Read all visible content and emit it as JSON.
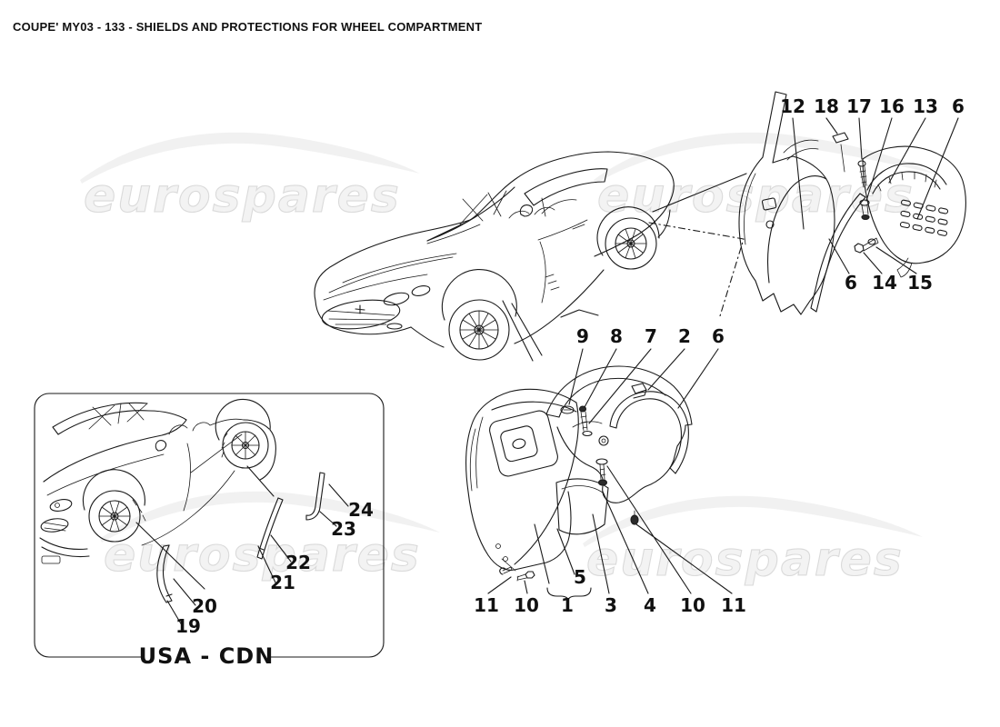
{
  "title": "COUPE' MY03 - 133 - SHIELDS AND PROTECTIONS FOR WHEEL COMPARTMENT",
  "watermark": {
    "text": "eurospares",
    "fill": "#f3f3f3",
    "outline": "#dadada"
  },
  "colors": {
    "line": "#1a1a1a",
    "background": "#ffffff"
  },
  "diagram": {
    "groups": {
      "rear_wheelhouse": {
        "name": "rear wheelhouse shields and protections",
        "callouts_top": [
          "12",
          "18",
          "17",
          "16",
          "13",
          "6"
        ],
        "callouts_bottom": [
          "6",
          "14",
          "15"
        ]
      },
      "front_wheelhouse": {
        "name": "front wheelhouse shields and protections",
        "callouts_top": [
          "9",
          "8",
          "7",
          "2",
          "6"
        ],
        "callouts_bottom": [
          "11",
          "10",
          "1",
          "3",
          "4",
          "10",
          "11"
        ],
        "assembly_callout": "5"
      },
      "usa_cdn_inset": {
        "region_label": "USA - CDN",
        "callouts": [
          "24",
          "23",
          "22",
          "21",
          "20",
          "19"
        ]
      }
    }
  }
}
